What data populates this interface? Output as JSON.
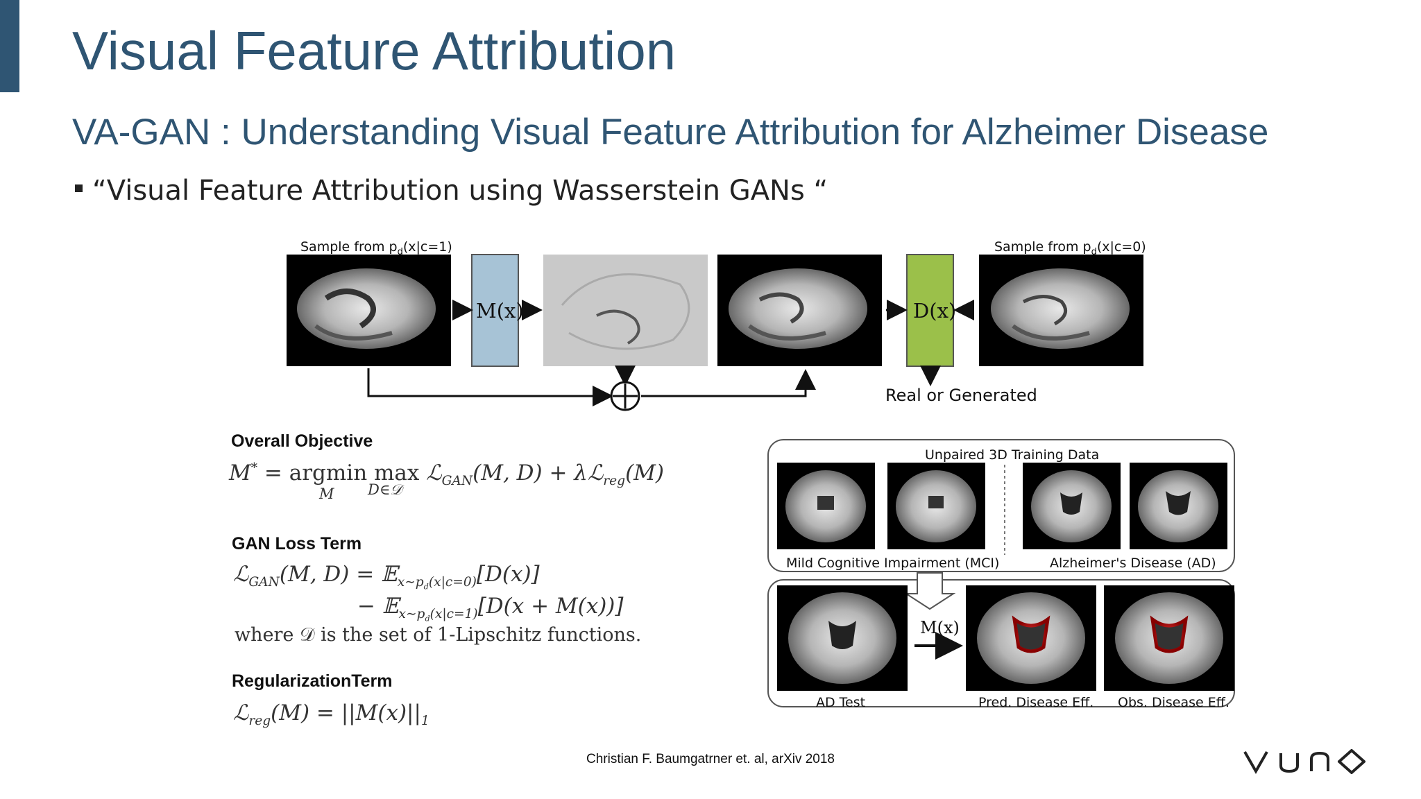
{
  "slide": {
    "title": "Visual Feature Attribution",
    "subtitle": "VA-GAN : Understanding Visual Feature Attribution for Alzheimer Disease",
    "bullet": "“Visual Feature Attribution using Wasserstein GANs “"
  },
  "diagram": {
    "sample_left": "Sample from p",
    "sample_left_sub": "d",
    "sample_left_cond": "(x|c=1)",
    "sample_right": "Sample from p",
    "sample_right_sub": "d",
    "sample_right_cond": "(x|c=0)",
    "mapper_label": "M(x)",
    "critic_label": "D(x)",
    "output_label": "Real or Generated"
  },
  "sections": {
    "objective_heading": "Overall Objective",
    "gan_heading": "GAN Loss Term",
    "where_text": "where 𝒟 is the set of 1-Lipschitz functions.",
    "reg_heading": "RegularizationTerm"
  },
  "panel": {
    "title": "Unpaired 3D Training Data",
    "mci_label": "Mild Cognitive Impairment (MCI)",
    "ad_label": "Alzheimer's Disease (AD)",
    "mapper_label": "M(x)",
    "ad_test_label": "AD Test",
    "pred_label": "Pred. Disease Eff.",
    "obs_label": "Obs. Disease Eff."
  },
  "footer": {
    "credit": "Christian F. Baumgatrner et. al, arXiv 2018",
    "logo": "VUNO"
  },
  "colors": {
    "accent": "#2f5573",
    "mapper_box": "#a7c3d6",
    "critic_box": "#9bc04a"
  }
}
